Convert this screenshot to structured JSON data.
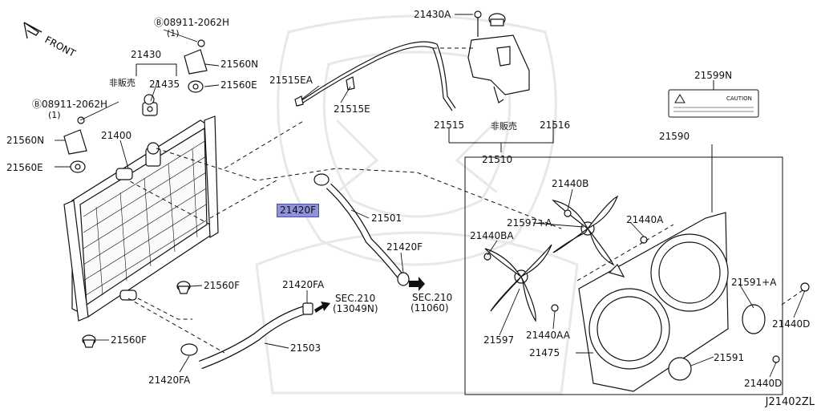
{
  "front_label": "FRONT",
  "diagram_id": "J21402ZL",
  "parts": {
    "p_08911_a": "08911-2062H",
    "p_08911_a_qty": "(1)",
    "p_08911_b": "08911-2062H",
    "p_08911_b_qty": "(1)",
    "p_21430": "21430",
    "p_hihanbai_1": "非販売",
    "p_21435": "21435",
    "p_21560N_a": "21560N",
    "p_21560E_a": "21560E",
    "p_21560N_b": "21560N",
    "p_21560E_b": "21560E",
    "p_21400": "21400",
    "p_21560F_a": "21560F",
    "p_21560F_b": "21560F",
    "p_21515EA": "21515EA",
    "p_21515E": "21515E",
    "p_21430A": "21430A",
    "p_21515": "21515",
    "p_hihanbai_2": "非販売",
    "p_21516": "21516",
    "p_21510": "21510",
    "p_21420F_hl": "21420F",
    "p_21501": "21501",
    "p_21420F": "21420F",
    "p_sec210_a": "SEC.210",
    "p_sec210_a_sub": "(11060)",
    "p_21420FA_a": "21420FA",
    "p_sec210_b": "SEC.210",
    "p_sec210_b_sub": "(13049N)",
    "p_21503": "21503",
    "p_21420FA_b": "21420FA",
    "p_21599N": "21599N",
    "p_21590": "21590",
    "p_21440B": "21440B",
    "p_21597A": "21597+A",
    "p_21440A": "21440A",
    "p_21440BA": "21440BA",
    "p_21591A": "21591+A",
    "p_21440D_a": "21440D",
    "p_21440AA": "21440AA",
    "p_21597": "21597",
    "p_21475": "21475",
    "p_21591": "21591",
    "p_21440D_b": "21440D",
    "caution": "CAUTION"
  },
  "colors": {
    "line": "#111111",
    "watermark": "#e6e6e6",
    "highlight": "#8f93d6"
  }
}
